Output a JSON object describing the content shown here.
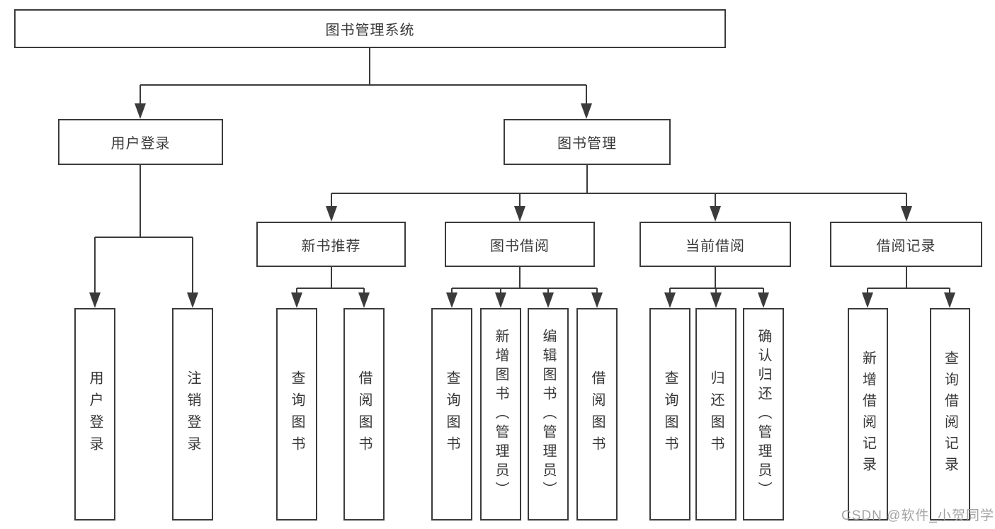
{
  "tree": {
    "label": "图书管理系统",
    "children": [
      {
        "label": "用户登录",
        "children": [
          {
            "label": "用户登录"
          },
          {
            "label": "注销登录"
          }
        ]
      },
      {
        "label": "图书管理",
        "children": [
          {
            "label": "新书推荐",
            "children": [
              {
                "label": "查询图书"
              },
              {
                "label": "借阅图书"
              }
            ]
          },
          {
            "label": "图书借阅",
            "children": [
              {
                "label": "查询图书"
              },
              {
                "label": "新增图书（管理员）"
              },
              {
                "label": "编辑图书（管理员）"
              },
              {
                "label": "借阅图书"
              }
            ]
          },
          {
            "label": "当前借阅",
            "children": [
              {
                "label": "查询图书"
              },
              {
                "label": "归还图书"
              },
              {
                "label": "确认归还（管理员）"
              }
            ]
          },
          {
            "label": "借阅记录",
            "children": [
              {
                "label": "新增借阅记录"
              },
              {
                "label": "查询借阅记录"
              }
            ]
          }
        ]
      }
    ]
  },
  "watermark": "CSDN @软件_小贺同学",
  "colors": {
    "line": "#3b3b3b",
    "text": "#383838",
    "watermark": "#9c9c9c",
    "background": "#ffffff"
  }
}
